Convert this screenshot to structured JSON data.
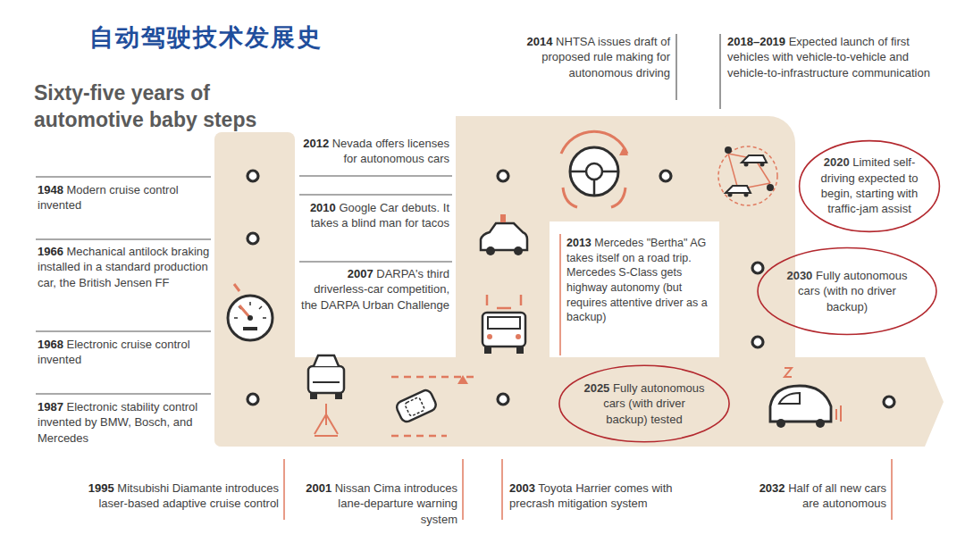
{
  "diagram": {
    "title": "自动驾驶技术发展史",
    "nodes": [
      {
        "text": [
          "2020 Limited self-driving expected to begin, starting with traffic-jam assist"
        ]
      },
      {
        "text": [
          "2025 Fully autonomous cars (with driver backup) tested"
        ]
      },
      {
        "text": [
          "2030 Fully autonomous cars (with no driver backup)"
        ]
      }
    ],
    "labels": [
      "Sixty-five years of automotive baby steps",
      "1948 Modern cruise control invented",
      "1966 Mechanical antilock braking installed in a standard production car, the British Jensen FF",
      "1968 Electronic cruise control invented",
      "1987 Electronic stability control invented by BMW, Bosch, and Mercedes",
      "1995 Mitsubishi Diamante introduces laser-based adaptive cruise control",
      "2001 Nissan Cima introduces lane-departure warning system",
      "2003 Toyota Harrier comes with precrash mitigation system",
      "2007 DARPA's third driverless-car competition, the DARPA Urban Challenge",
      "2010 Google Car debuts. It takes a blind man for tacos",
      "2012 Nevada offers licenses for autonomous cars",
      "2013 Mercedes \"Bertha\" AG takes itself on a road trip. Mercedes S-Class gets highway autonomy (but requires attentive driver as a backup)",
      "2014 NHTSA issues draft of proposed rule making for autonomous driving",
      "2018–2019 Expected launch of first vehicles with vehicle-to-vehicle and vehicle-to-infrastructure communication",
      "2032 Half of all new cars are autonomous"
    ]
  }
}
